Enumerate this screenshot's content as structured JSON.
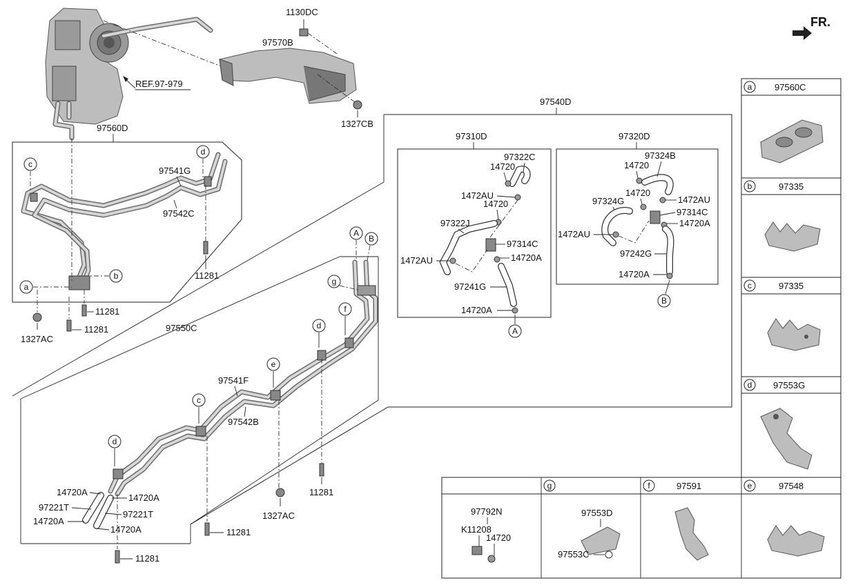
{
  "header": {
    "fr_label": "FR."
  },
  "ref_label": "REF.97-979",
  "labels": {
    "p1130DC": "1130DC",
    "p97570B": "97570B",
    "p1327CB": "1327CB",
    "p97560D": "97560D",
    "p97541G": "97541G",
    "p97542C": "97542C",
    "p11281_a": "11281",
    "p11281_b": "11281",
    "p11281_c": "11281",
    "p11281_d": "11281",
    "p11281_e": "11281",
    "p11281_f": "11281",
    "p1327AC_a": "1327AC",
    "p1327AC_b": "1327AC",
    "p97550C": "97550C",
    "p97541F": "97541F",
    "p97542B": "97542B",
    "p14720A_1": "14720A",
    "p14720A_2": "14720A",
    "p14720A_3": "14720A",
    "p14720A_4": "14720A",
    "p97221T_1": "97221T",
    "p97221T_2": "97221T",
    "p97540D": "97540D",
    "p97310D": "97310D",
    "p97322C": "97322C",
    "p14720_1": "14720",
    "p1472AU_1": "1472AU",
    "p14720_2": "14720",
    "p97322J": "97322J",
    "p97314C_1": "97314C",
    "p1472AU_2": "1472AU",
    "p14720A_5": "14720A",
    "p97241G": "97241G",
    "p14720A_6": "14720A",
    "p97320D": "97320D",
    "p97324B": "97324B",
    "p14720_3": "14720",
    "p14720_4": "14720",
    "p1472AU_3": "1472AU",
    "p97324G": "97324G",
    "p97314C_2": "97314C",
    "p14720A_7": "14720A",
    "p1472AU_4": "1472AU",
    "p97242G": "97242G",
    "p14720A_8": "14720A"
  },
  "callouts": {
    "a1": "a",
    "b1": "b",
    "c1": "c",
    "d1": "d",
    "c2": "c",
    "d2": "d",
    "d3": "d",
    "e1": "e",
    "f1": "f",
    "g1": "g",
    "A1": "A",
    "B1": "B",
    "A2": "A",
    "B2": "B"
  },
  "parts_table": {
    "right_column": [
      {
        "key": "a",
        "part": "97560C"
      },
      {
        "key": "b",
        "part": "97335"
      },
      {
        "key": "c",
        "part": "97335"
      },
      {
        "key": "d",
        "part": "97553G"
      }
    ],
    "bottom_row": [
      {
        "key": "",
        "parts": [
          "97792N",
          "K11208",
          "14720"
        ]
      },
      {
        "key": "g",
        "parts": [
          "97553D",
          "97553C"
        ]
      },
      {
        "key": "f",
        "part": "97591"
      },
      {
        "key": "e",
        "part": "97548"
      }
    ]
  }
}
